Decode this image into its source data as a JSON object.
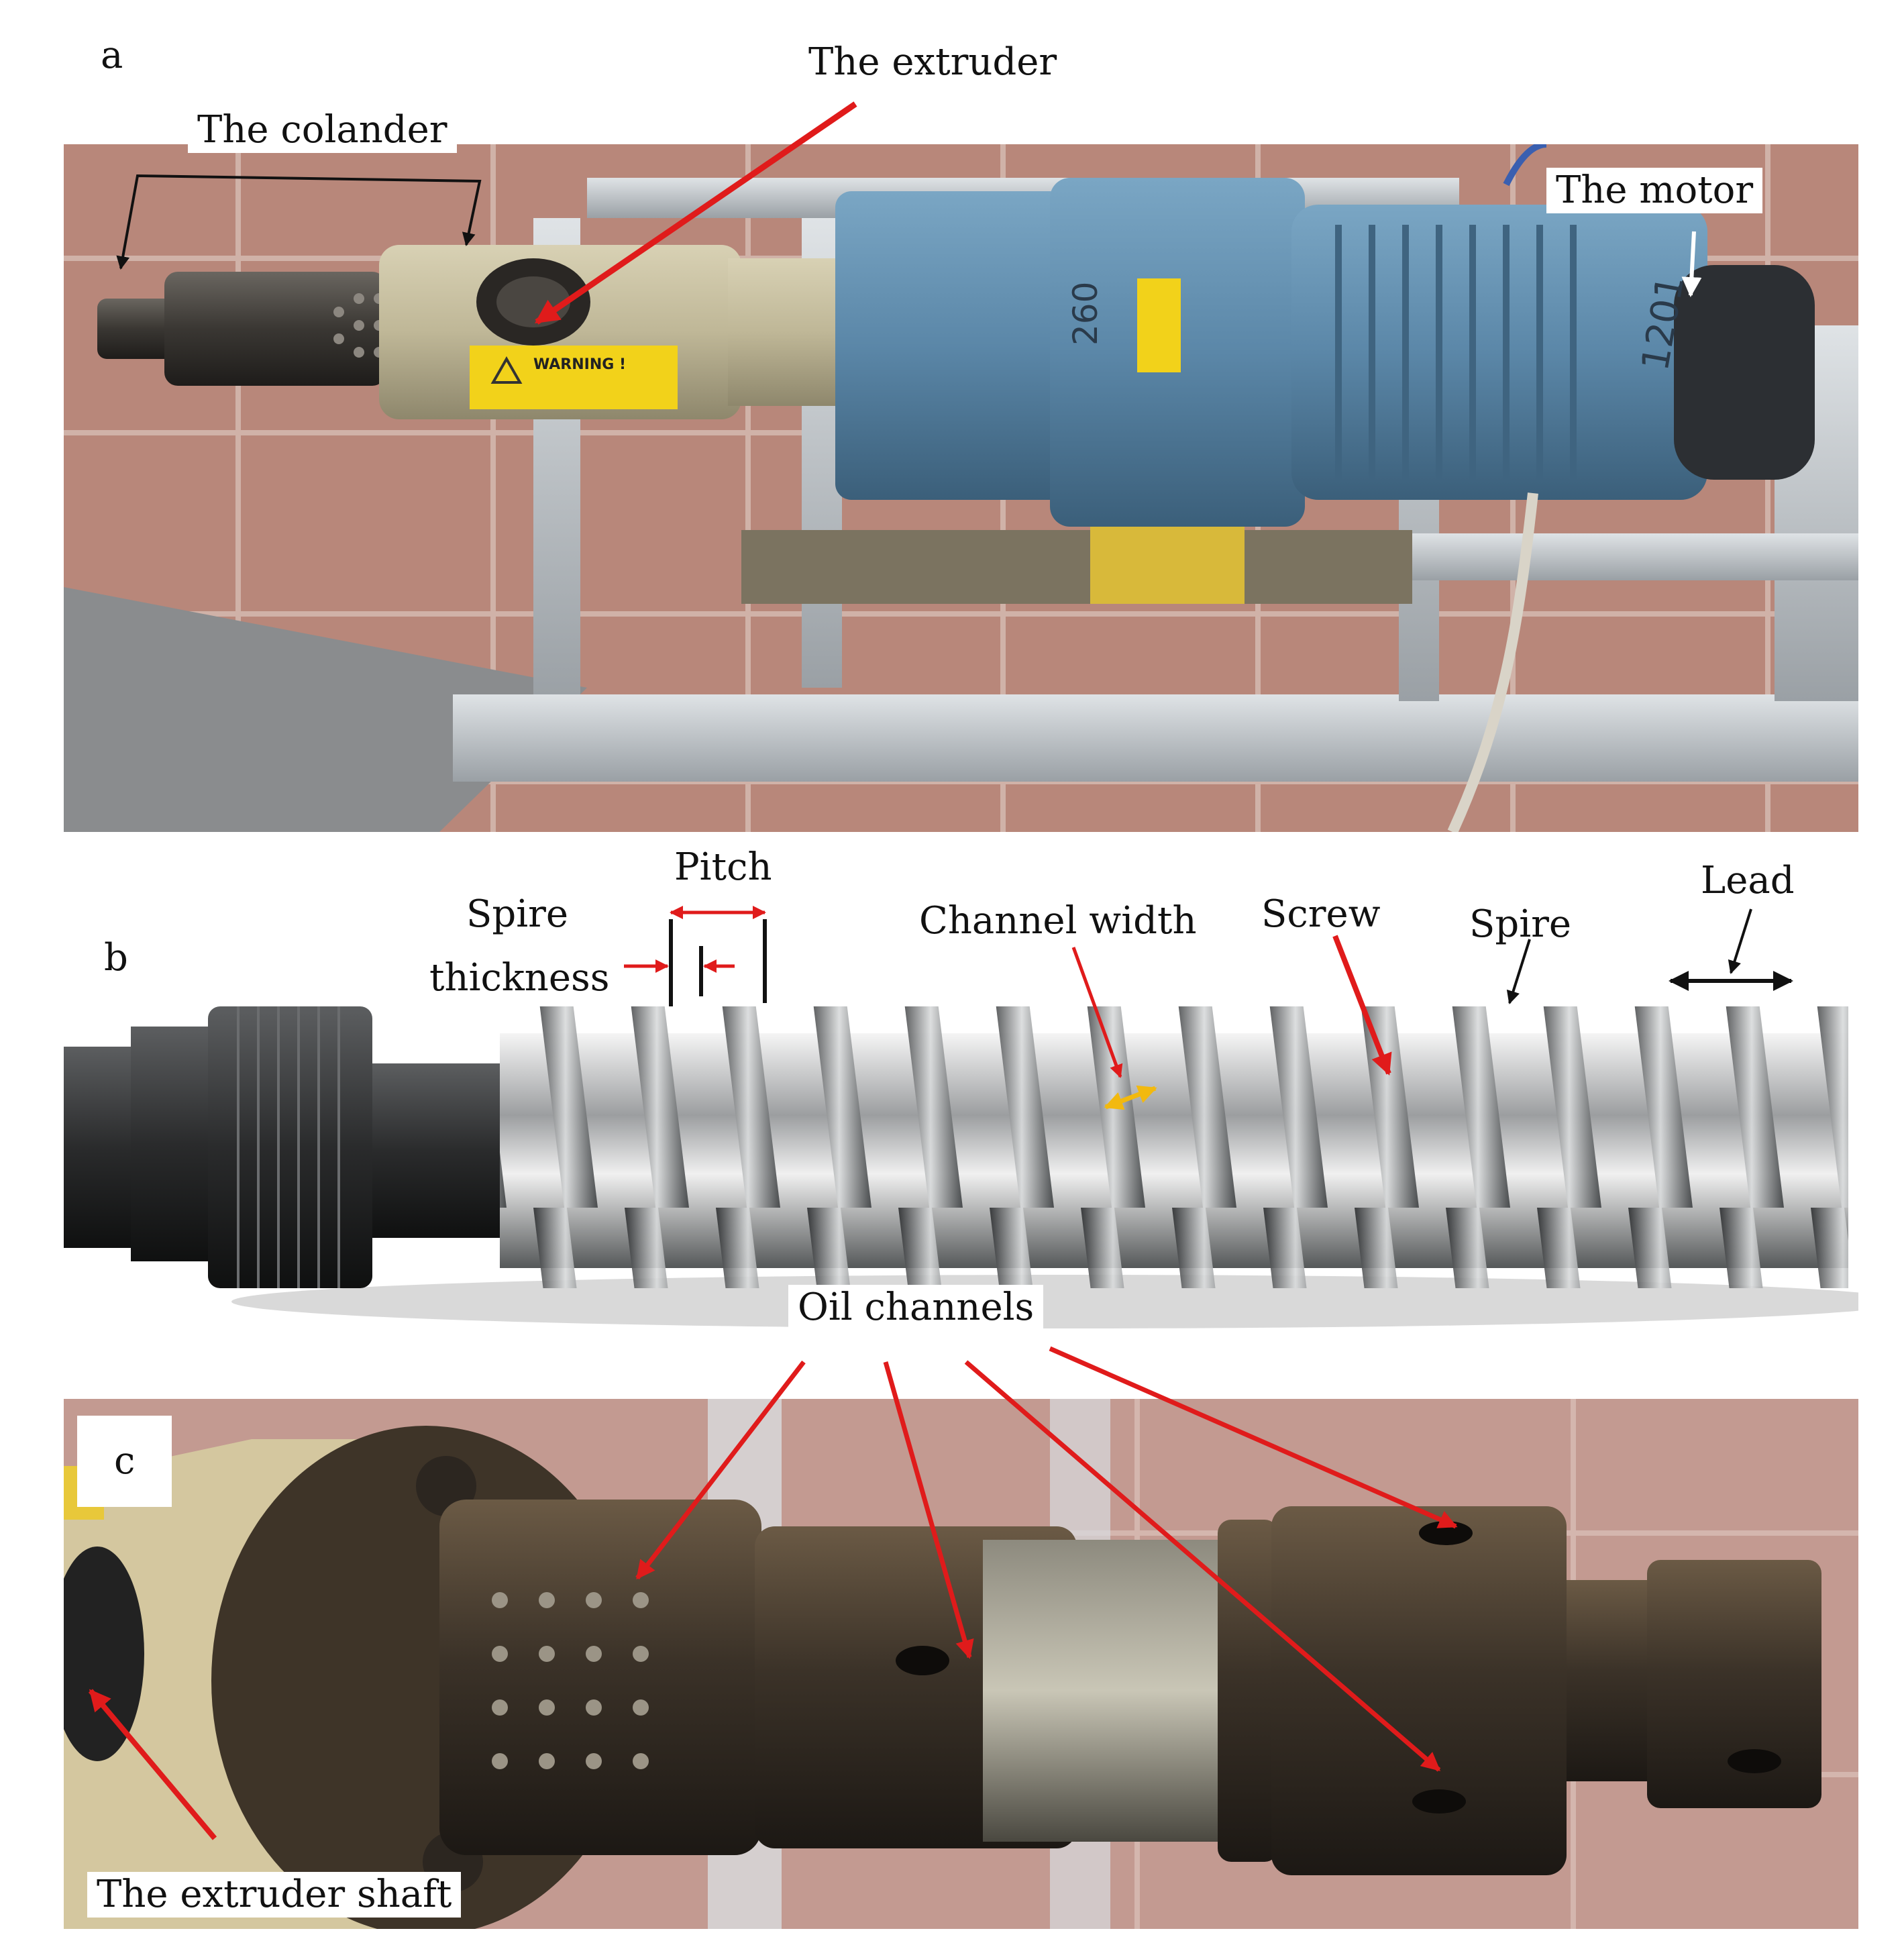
{
  "panels": {
    "a": {
      "letter": "a",
      "colander_label": "The colander",
      "extruder_label": "The extruder",
      "motor_label": "The motor",
      "warning_text": "WARNING !",
      "motor_number": "1201",
      "gear_number": "260"
    },
    "b": {
      "letter": "b",
      "pitch_label": "Pitch",
      "spire_thickness_line1": "Spire",
      "spire_thickness_line2": "thickness",
      "channel_width_label": "Channel width",
      "screw_label": "Screw",
      "spire_label": "Spire",
      "lead_label": "Lead",
      "oil_channels_label": "Oil channels"
    },
    "c": {
      "letter": "c",
      "shaft_label": "The extruder shaft"
    }
  },
  "colors": {
    "arrow_red": "#e01b1b",
    "arrow_yellow": "#f2b90f",
    "motor_blue": "#5b87a8",
    "tile": "#b8877a",
    "metal": "#b4b8bc"
  }
}
